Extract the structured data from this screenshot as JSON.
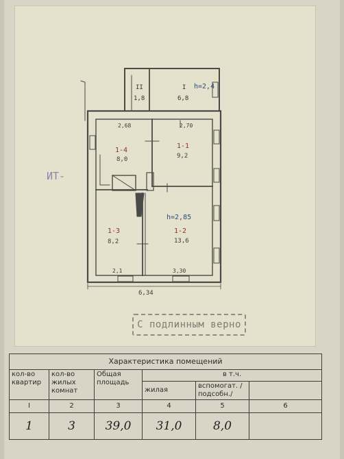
{
  "plan": {
    "rooms": [
      {
        "number": "II",
        "area": "1,8"
      },
      {
        "number": "I",
        "area": "6,8"
      },
      {
        "number": "1-4",
        "area": "8,0"
      },
      {
        "number": "1-1",
        "area": "9,2"
      },
      {
        "number": "1-3",
        "area": "8,2"
      },
      {
        "number": "1-2",
        "area": "13,6"
      }
    ],
    "dimensions": {
      "top_left": "2,68",
      "top_right": "2,70",
      "bottom_left": "2,1",
      "bottom_right": "3,30",
      "total_width": "6,34"
    },
    "heights": {
      "annex": "h=2,4",
      "main": "h=2,85"
    },
    "margin_note": "ИТ-"
  },
  "stamp": "С подлинным верно",
  "table": {
    "title": "Характеристика помещений",
    "headers": {
      "apartments": "кол-во квартир",
      "living_rooms": "кол-во жилых комнат",
      "total_area": "Общая площадь",
      "including": "в т.ч.",
      "living": "жилая",
      "auxiliary": "вспомогат. /подсобн./"
    },
    "column_numbers": [
      "I",
      "2",
      "3",
      "4",
      "5",
      "6"
    ],
    "values": [
      "1",
      "3",
      "39,0",
      "31,0",
      "8,0",
      ""
    ]
  }
}
